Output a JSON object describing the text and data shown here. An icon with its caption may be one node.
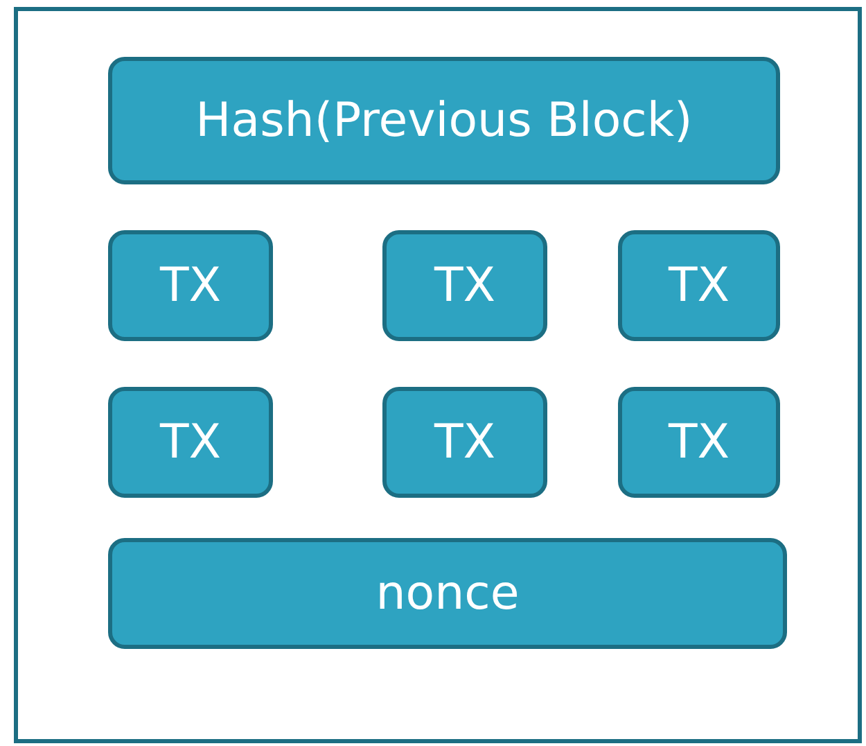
{
  "diagram": {
    "nodes": [
      {
        "text": [],
        "shape": "box"
      },
      {
        "text": [
          "Hash(Previous Block)"
        ],
        "in": 0
      },
      {
        "text": [
          "TX"
        ],
        "in": 0
      },
      {
        "text": [
          "TX"
        ],
        "in": 0
      },
      {
        "text": [
          "TX"
        ],
        "in": 0
      },
      {
        "text": [
          "TX"
        ],
        "in": 0
      },
      {
        "text": [
          "TX"
        ],
        "in": 0
      },
      {
        "text": [
          "TX"
        ],
        "in": 0
      },
      {
        "text": [
          "nonce"
        ],
        "in": 0
      }
    ]
  }
}
